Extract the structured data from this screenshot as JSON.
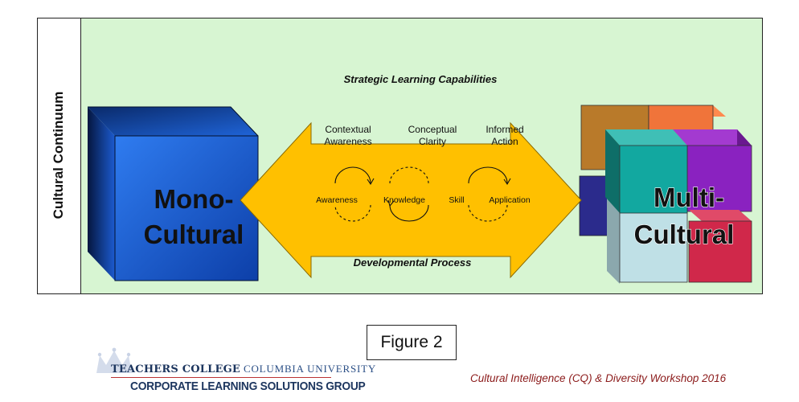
{
  "sidebar": {
    "label": "Cultural Continuum"
  },
  "diagram": {
    "top_label": "Strategic Learning Capabilities",
    "bottom_label": "Developmental Process",
    "capabilities": [
      {
        "line1": "Contextual",
        "line2": "Awareness"
      },
      {
        "line1": "Conceptual",
        "line2": "Clarity"
      },
      {
        "line1": "Informed",
        "line2": "Action"
      }
    ],
    "process_steps": [
      "Awareness",
      "Knowledge",
      "Skill",
      "Application"
    ],
    "left_cube": {
      "line1": "Mono-",
      "line2": "Cultural"
    },
    "right_cubes": {
      "line1": "Multi-",
      "line2": "Cultural"
    }
  },
  "figure_caption": "Figure 2",
  "logo": {
    "line1_bold": "TEACHERS COLLEGE",
    "line1_rest": "COLUMBIA UNIVERSITY",
    "line2": "CORPORATE LEARNING SOLUTIONS GROUP"
  },
  "footer": {
    "text": "Cultural Intelligence (CQ) & Diversity Workshop 2016"
  },
  "colors": {
    "panel_bg": "#d7f5d2",
    "arrow_yellow": "#ffc000",
    "mono_cube_blue": "#1a5fd1",
    "footer_red": "#8b1a1a",
    "logo_navy": "#1c355e"
  }
}
